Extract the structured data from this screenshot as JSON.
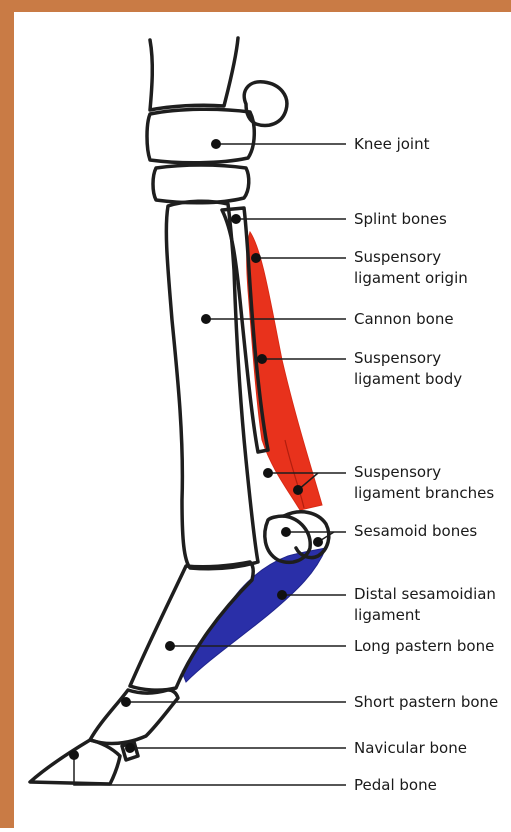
{
  "theme": {
    "frame_color": "#c97b45",
    "bone_outline": "#1e1e1e",
    "suspensory_color": "#e8321c",
    "distal_color": "#2a2fa8"
  },
  "labels": {
    "knee_joint": "Knee joint",
    "splint_bones": "Splint bones",
    "suspensory_origin": [
      "Suspensory",
      "ligament origin"
    ],
    "cannon_bone": "Cannon bone",
    "suspensory_body": [
      "Suspensory",
      "ligament body"
    ],
    "suspensory_branches": [
      "Suspensory",
      "ligament branches"
    ],
    "sesamoid_bones": "Sesamoid bones",
    "distal_sesamoidian": [
      "Distal sesamoidian",
      "ligament"
    ],
    "long_pastern": "Long pastern bone",
    "short_pastern": "Short pastern bone",
    "navicular": "Navicular bone",
    "pedal": "Pedal bone"
  }
}
